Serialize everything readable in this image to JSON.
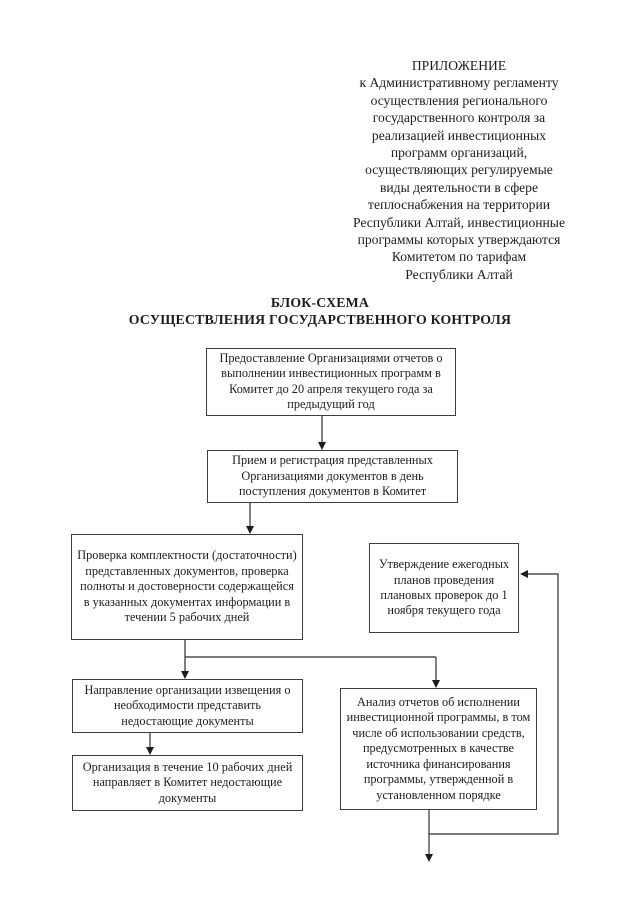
{
  "header": {
    "lines": [
      "ПРИЛОЖЕНИЕ",
      "к Административному регламенту",
      "осуществления регионального",
      "государственного контроля за",
      "реализацией инвестиционных",
      "программ организаций,",
      "осуществляющих регулируемые",
      "виды деятельности в сфере",
      "теплоснабжения на территории",
      "Республики Алтай, инвестиционные",
      "программы которых утверждаются",
      "Комитетом по тарифам",
      "Республики Алтай"
    ]
  },
  "title": {
    "line1": "БЛОК-СХЕМА",
    "line2": "ОСУЩЕСТВЛЕНИЯ ГОСУДАРСТВЕННОГО КОНТРОЛЯ"
  },
  "flowchart": {
    "nodes": [
      {
        "id": "reports-submission",
        "text": "Предоставление Организациями отчетов о выполнении инвестиционных программ в Комитет до 20 апреля текущего года за предыдущий год"
      },
      {
        "id": "reception-registration",
        "text": "Прием и регистрация представленных Организациями документов в день поступления документов в Комитет"
      },
      {
        "id": "completeness-check",
        "text": "Проверка комплектности (достаточности) представленных документов, проверка полноты и достоверности содержащейся в указанных документах информации в течении 5 рабочих дней"
      },
      {
        "id": "annual-plans-approval",
        "text": "Утверждение ежегодных планов проведения плановых проверок до 1 ноября текущего года"
      },
      {
        "id": "notice-missing-docs",
        "text": "Направление организации извещения о необходимости представить недостающие документы"
      },
      {
        "id": "org-sends-missing-docs",
        "text": "Организация в течение 10 рабочих дней направляет в Комитет недостающие документы"
      },
      {
        "id": "reports-analysis",
        "text": "Анализ отчетов об исполнении инвестиционной программы, в том числе об использовании средств, предусмотренных в качестве источника финансирования программы, утвержденной в установленном порядке"
      }
    ]
  },
  "colors": {
    "ink": "#1d1d1d",
    "border": "#3e3e3e",
    "paper": "#ffffff"
  }
}
